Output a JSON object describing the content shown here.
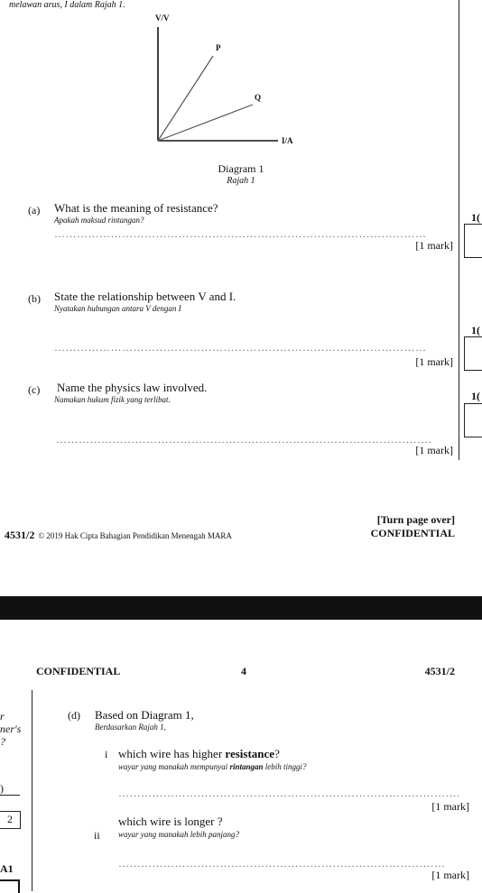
{
  "top_caption": "melawan arus, I dalam Rajah 1.",
  "diagram": {
    "y_label": "V/V",
    "x_label": "I/A",
    "p_label": "P",
    "q_label": "Q",
    "caption_en": "Diagram 1",
    "caption_ms": "Rajah 1"
  },
  "questions": [
    {
      "label": "(a)",
      "text": "What is the meaning of resistance?",
      "text_ms": "Apakah maksud rintangan?",
      "dots": "………………………………………………………………………………………",
      "mark": "[1 mark]",
      "margin_num": "1("
    },
    {
      "label": "(b)",
      "text": "State the relationship between V and I.",
      "text_ms": "Nyatakan hubungan antara V dengan I",
      "dots": "………………………………………………………………………………………",
      "mark": "[1 mark]",
      "margin_num": "1("
    },
    {
      "label": "(c)",
      "text": "Name the physics law involved.",
      "text_ms": "Namakan hukum fizik yang terlibat.",
      "dots": "……………………………………………………………………………………….",
      "mark": "[1 mark]",
      "margin_num": "1("
    }
  ],
  "footer": {
    "code": "4531/2",
    "copyright": "© 2019 Hak Cipta Bahagian Pendidikan Menengah MARA",
    "turn_over": "[Turn page over]",
    "confidential": "CONFIDENTIAL"
  },
  "page2": {
    "header_left": "CONFIDENTIAL",
    "page_number": "4",
    "header_right": "4531/2",
    "margin_text_1": "r",
    "margin_text_2": "ner's",
    "margin_text_3": "?",
    "margin_box_zero": ")",
    "margin_box_two": "2",
    "margin_a1": "A1",
    "d_label": "(d)",
    "d_text": "Based on Diagram 1,",
    "d_text_ms": "Berdasarkan Rajah 1,",
    "i_label": "i",
    "i_text_before": "which wire has higher ",
    "i_text_bold": "resistance",
    "i_text_after": "?",
    "i_ms_before": "wayar yang manakah mempunyai ",
    "i_ms_bold": "rintangan",
    "i_ms_after": " lebih tinggi?",
    "i_dots": "……………………………………………………………………………….",
    "i_mark": "[1 mark]",
    "ii_label": "ii",
    "ii_text": "which wire is longer ?",
    "ii_text_ms": "wayar yang manakah lebih panjang?",
    "ii_dots": "……………………………………………………………………………",
    "ii_mark": "[1 mark]"
  }
}
